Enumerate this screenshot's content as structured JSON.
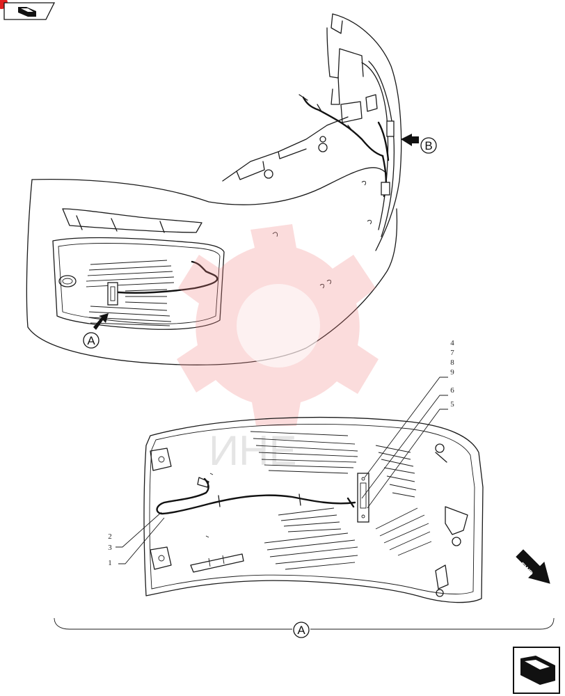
{
  "callouts": {
    "c4": "4",
    "c7": "7",
    "c8": "8",
    "c9": "9",
    "c6": "6",
    "c5": "5",
    "c2": "2",
    "c3": "3",
    "c1": "1"
  },
  "views": {
    "a_top": "A",
    "b_top": "B",
    "a_bottom": "A"
  },
  "fwd": "FWD",
  "watermark_text": "ИНЕ",
  "colors": {
    "line": "#1a1a1a",
    "watermark": "#f08080",
    "badge": "#e02020"
  },
  "icons": {
    "prev": "prev-page-icon",
    "next": "next-page-icon"
  }
}
